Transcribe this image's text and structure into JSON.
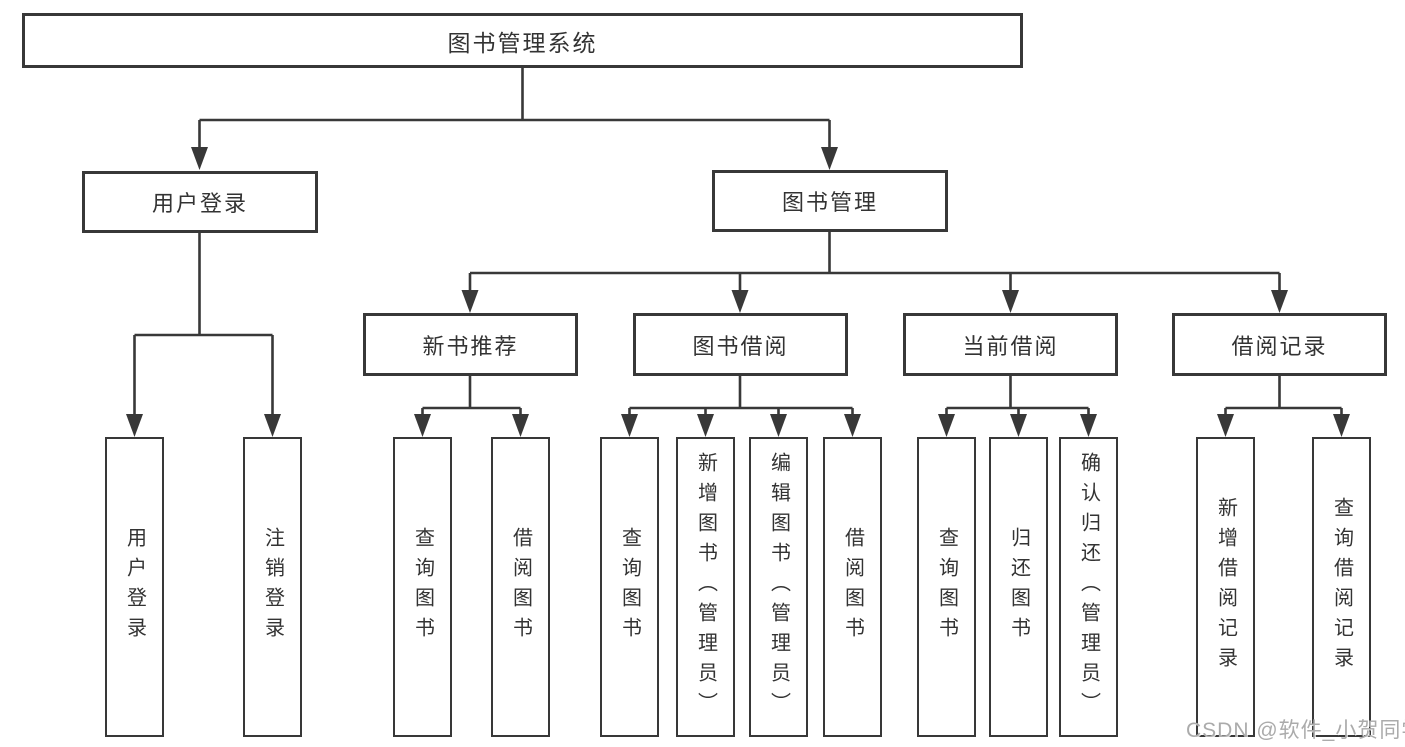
{
  "colors": {
    "line": "#383838",
    "box_border": "#383838",
    "text": "#333333",
    "watermark": "#ababab",
    "background": "#ffffff"
  },
  "watermark": {
    "text": "CSDN @软件_小贺同学"
  },
  "tree": {
    "root": {
      "label": "图书管理系统"
    },
    "branches": [
      {
        "label": "用户登录",
        "children": [
          {
            "label": "用户登录"
          },
          {
            "label": "注销登录"
          }
        ]
      },
      {
        "label": "图书管理",
        "children": [
          {
            "label": "新书推荐",
            "children": [
              {
                "label": "查询图书"
              },
              {
                "label": "借阅图书"
              }
            ]
          },
          {
            "label": "图书借阅",
            "children": [
              {
                "label": "查询图书"
              },
              {
                "label": "新增图书（管理员）"
              },
              {
                "label": "编辑图书（管理员）"
              },
              {
                "label": "借阅图书"
              }
            ]
          },
          {
            "label": "当前借阅",
            "children": [
              {
                "label": "查询图书"
              },
              {
                "label": "归还图书"
              },
              {
                "label": "确认归还（管理员）"
              }
            ]
          },
          {
            "label": "借阅记录",
            "children": [
              {
                "label": "新增借阅记录"
              },
              {
                "label": "查询借阅记录"
              }
            ]
          }
        ]
      }
    ]
  }
}
